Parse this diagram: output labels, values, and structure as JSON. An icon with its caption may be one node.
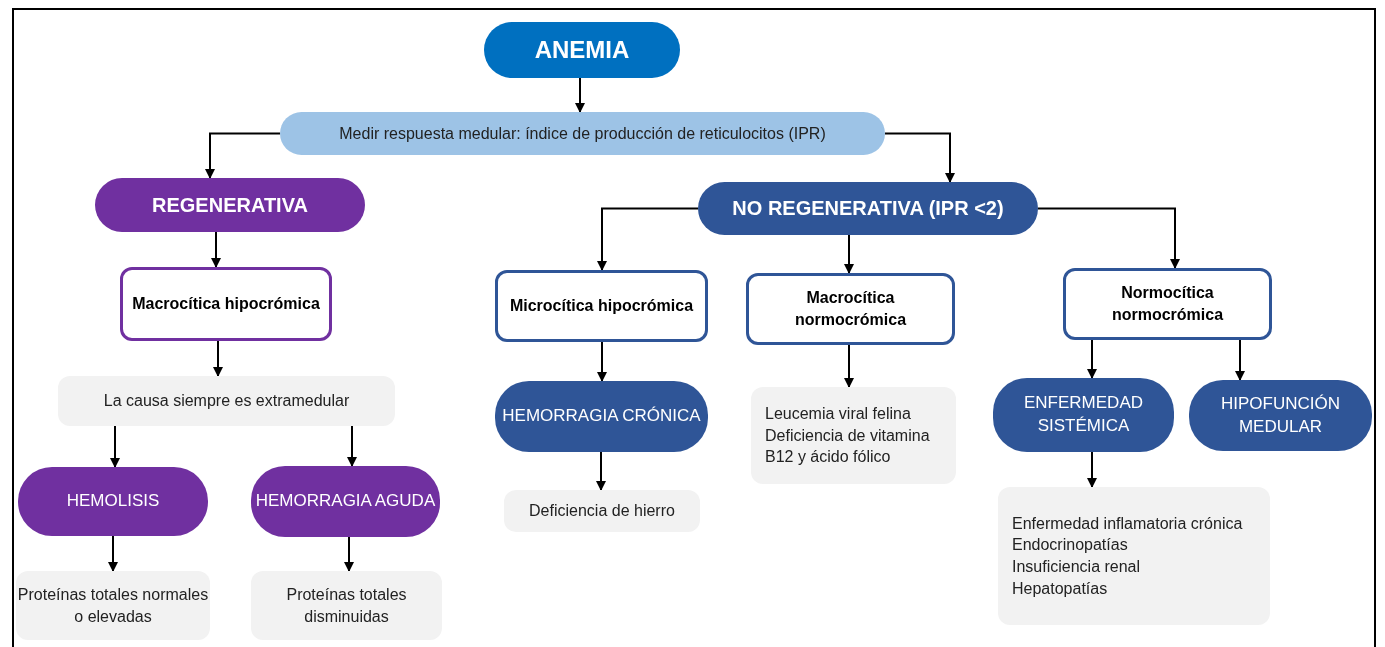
{
  "diagram": {
    "nodes": [
      {
        "text": [
          "ANEMIA"
        ]
      },
      {
        "text": [
          "Medir respuesta medular: índice de producción de reticulocitos (IPR)"
        ]
      },
      {
        "text": [
          "REGENERATIVA"
        ]
      },
      {
        "text": [
          "NO REGENERATIVA  (IPR <2)"
        ]
      },
      {
        "text": [
          "Macrocítica hipocrómica"
        ]
      },
      {
        "text": [
          "La causa siempre es extramedular"
        ]
      },
      {
        "text": [
          "HEMOLISIS"
        ]
      },
      {
        "text": [
          "HEMORRAGIA AGUDA"
        ]
      },
      {
        "text": [
          "Proteínas totales normales o elevadas"
        ]
      },
      {
        "text": [
          "Proteínas totales disminuidas"
        ]
      },
      {
        "text": [
          "Microcítica hipocrómica"
        ]
      },
      {
        "text": [
          "Macrocítica normocrómica"
        ]
      },
      {
        "text": [
          "Normocítica normocrómica"
        ]
      },
      {
        "text": [
          "HEMORRAGIA CRÓNICA"
        ]
      },
      {
        "text": [
          "Deficiencia de hierro"
        ]
      },
      {
        "text": [
          "Leucemia viral felina",
          "Deficiencia de vitamina B12 y ácido fólico"
        ]
      },
      {
        "text": [
          "ENFERMEDAD SISTÉMICA"
        ]
      },
      {
        "text": [
          "HIPOFUNCIÓN MEDULAR"
        ]
      },
      {
        "text": [
          "Enfermedad inflamatoria crónica",
          "Endocrinopatías",
          "Insuficiencia renal",
          "Hepatopatías"
        ]
      }
    ],
    "edges": [
      {
        "from": 0,
        "to": 1,
        "arrow": "to"
      },
      {
        "from": 1,
        "to": 2,
        "arrow": "to"
      },
      {
        "from": 1,
        "to": 3,
        "arrow": "to"
      },
      {
        "from": 2,
        "to": 4,
        "arrow": "to"
      },
      {
        "from": 4,
        "to": 5,
        "arrow": "to"
      },
      {
        "from": 5,
        "to": 6,
        "arrow": "to"
      },
      {
        "from": 5,
        "to": 7,
        "arrow": "to"
      },
      {
        "from": 6,
        "to": 8,
        "arrow": "to"
      },
      {
        "from": 7,
        "to": 9,
        "arrow": "to"
      },
      {
        "from": 3,
        "to": 10,
        "arrow": "to"
      },
      {
        "from": 3,
        "to": 11,
        "arrow": "to"
      },
      {
        "from": 3,
        "to": 12,
        "arrow": "to"
      },
      {
        "from": 10,
        "to": 13,
        "arrow": "to"
      },
      {
        "from": 13,
        "to": 14,
        "arrow": "to"
      },
      {
        "from": 11,
        "to": 15,
        "arrow": "to"
      },
      {
        "from": 12,
        "to": 16,
        "arrow": "to"
      },
      {
        "from": 12,
        "to": 17,
        "arrow": "to"
      },
      {
        "from": 16,
        "to": 18,
        "arrow": "to"
      }
    ]
  }
}
